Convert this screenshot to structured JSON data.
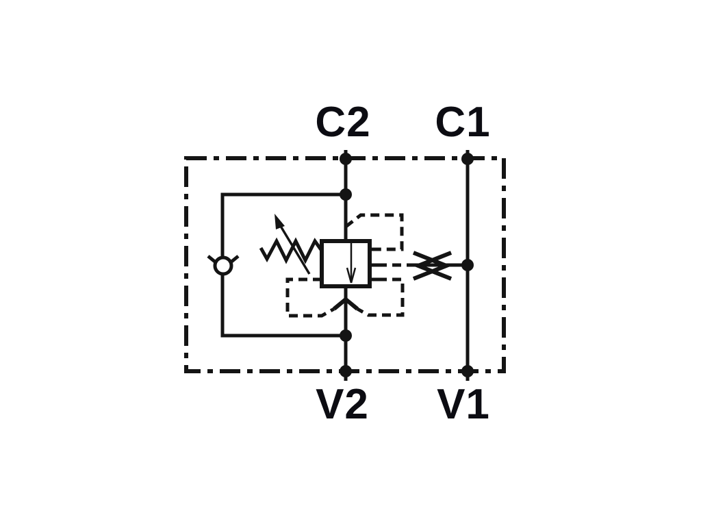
{
  "diagram": {
    "type": "hydraulic-schematic",
    "ports": {
      "c2": "C2",
      "c1": "C1",
      "v2": "V2",
      "v1": "V1"
    },
    "components": {
      "envelope": "assembly-enclosure-dash-dot",
      "check_valve": "check-valve",
      "relief_valve": "pilot-operated-counterbalance-valve",
      "spring": "adjustable-spring",
      "orifice": "fixed-orifice-restrictor"
    },
    "colors": {
      "line": "#141414",
      "label": "#0c0c12",
      "background": "#ffffff"
    }
  }
}
